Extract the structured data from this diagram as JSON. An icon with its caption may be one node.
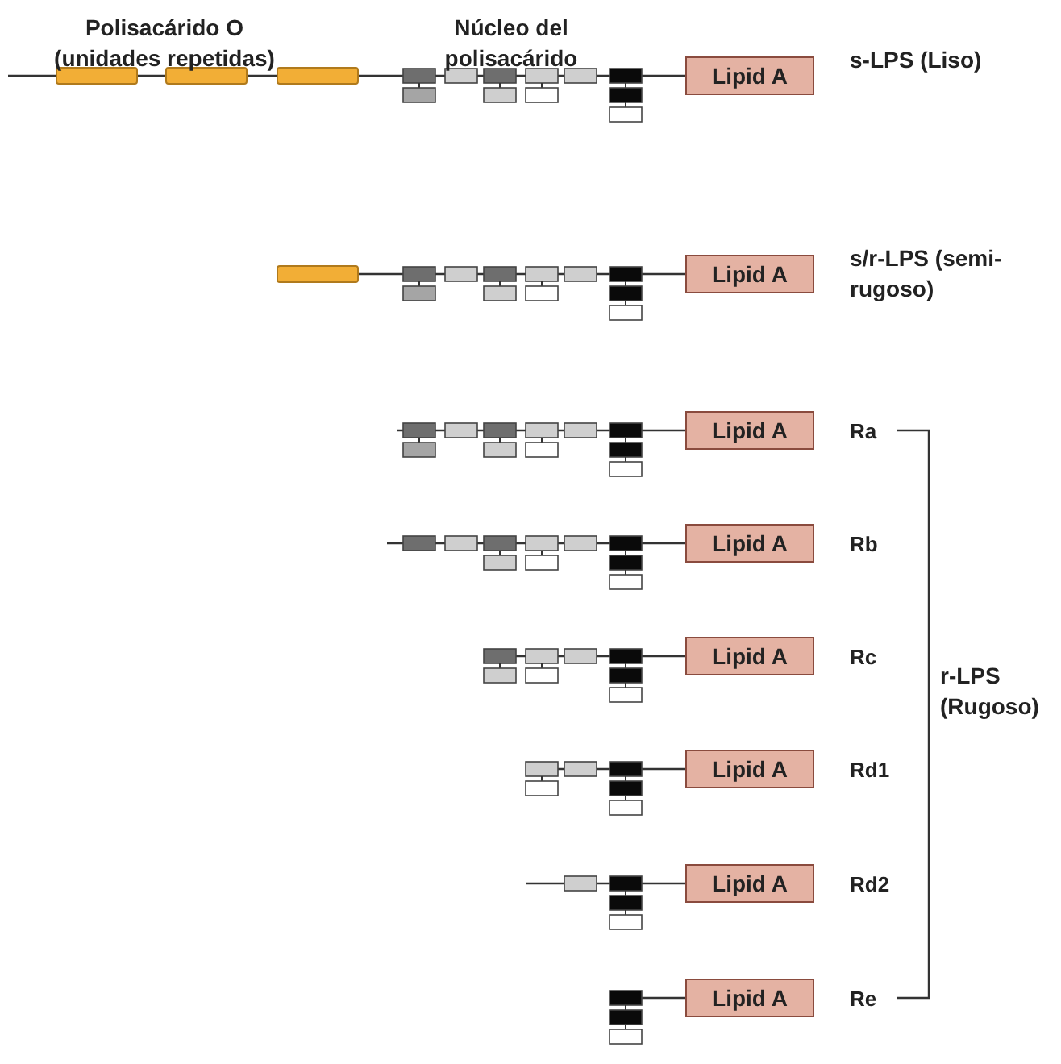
{
  "diagram": {
    "nodes": [
      {
        "text": [
          "Lipid A"
        ]
      },
      {
        "text": [
          "Lipid A"
        ]
      },
      {
        "text": [
          "Lipid A"
        ]
      },
      {
        "text": [
          "Lipid A"
        ]
      },
      {
        "text": [
          "Lipid A"
        ]
      },
      {
        "text": [
          "Lipid A"
        ]
      },
      {
        "text": [
          "Lipid A"
        ]
      },
      {
        "text": [
          "Lipid A"
        ]
      }
    ],
    "labels": [
      "Polisacárido O (unidades repetidas)",
      "Núcleo del polisacárido",
      "s-LPS (Liso)",
      "s/r-LPS (semi-rugoso)",
      "Ra",
      "Rb",
      "Rc",
      "Rd1",
      "Rd2",
      "Re",
      "r-LPS (Rugoso)"
    ]
  }
}
